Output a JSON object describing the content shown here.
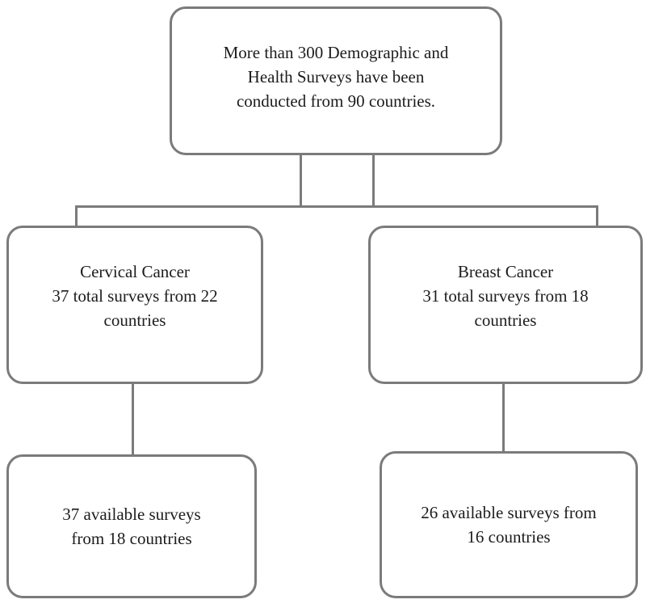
{
  "diagram": {
    "background_color": "#ffffff",
    "line_color": "#7b7b7b",
    "text_color": "#1c1c1c",
    "nodes": {
      "root": {
        "lines": [
          "More than 300 Demographic and",
          "Health Surveys have been",
          "conducted from 90 countries."
        ]
      },
      "cervical": {
        "lines": [
          "Cervical Cancer",
          "37 total surveys from 22",
          "countries"
        ]
      },
      "breast": {
        "lines": [
          "Breast Cancer",
          "31 total surveys from 18",
          "countries"
        ]
      },
      "cervical_available": {
        "lines": [
          "37 available surveys",
          "from 18 countries"
        ]
      },
      "breast_available": {
        "lines": [
          "26 available surveys from",
          "16 countries"
        ]
      }
    }
  }
}
